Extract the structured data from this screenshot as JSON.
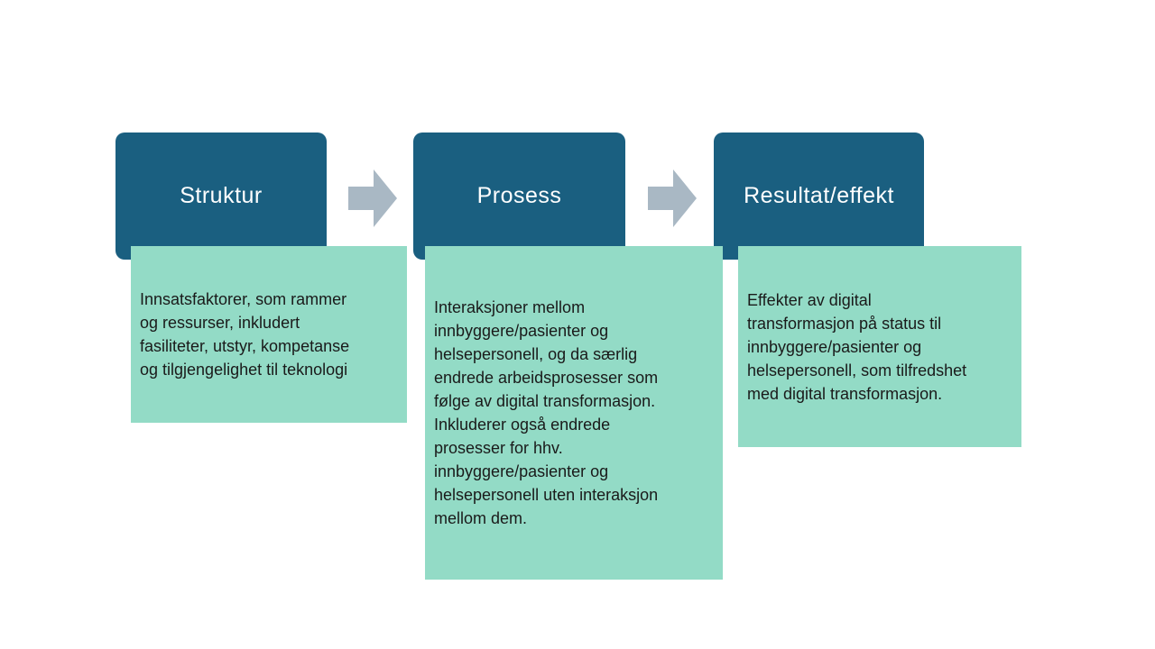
{
  "colors": {
    "slide_bg": "#FFFFFF",
    "header_bg": "#1A5F80",
    "header_text": "#FFFFFF",
    "desc_bg": "#93DBC6",
    "body_text": "#1A1A1A",
    "arrow_fill": "#A9B8C4"
  },
  "diagram": {
    "type": "process-flow",
    "columns": [
      {
        "title": "Struktur",
        "description": "Innsatsfaktorer, som rammer og ressurser, inkludert fasiliteter, utstyr, kompetanse og tilgjengelighet til teknologi"
      },
      {
        "title": "Prosess",
        "description": "Interaksjoner mellom innbyggere/pasienter og helsepersonell, og da særlig endrede arbeidsprosesser som følge av digital transformasjon. Inkluderer også endrede prosesser for hhv. innbyggere/pasienter og helsepersonell uten interaksjon mellom dem."
      },
      {
        "title": "Resultat/effekt",
        "description": "Effekter av digital transformasjon på status til innbyggere/pasienter og helsepersonell, som tilfredshet med digital transformasjon."
      }
    ],
    "connectors": [
      {
        "icon": "right-arrow"
      },
      {
        "icon": "right-arrow"
      }
    ]
  }
}
